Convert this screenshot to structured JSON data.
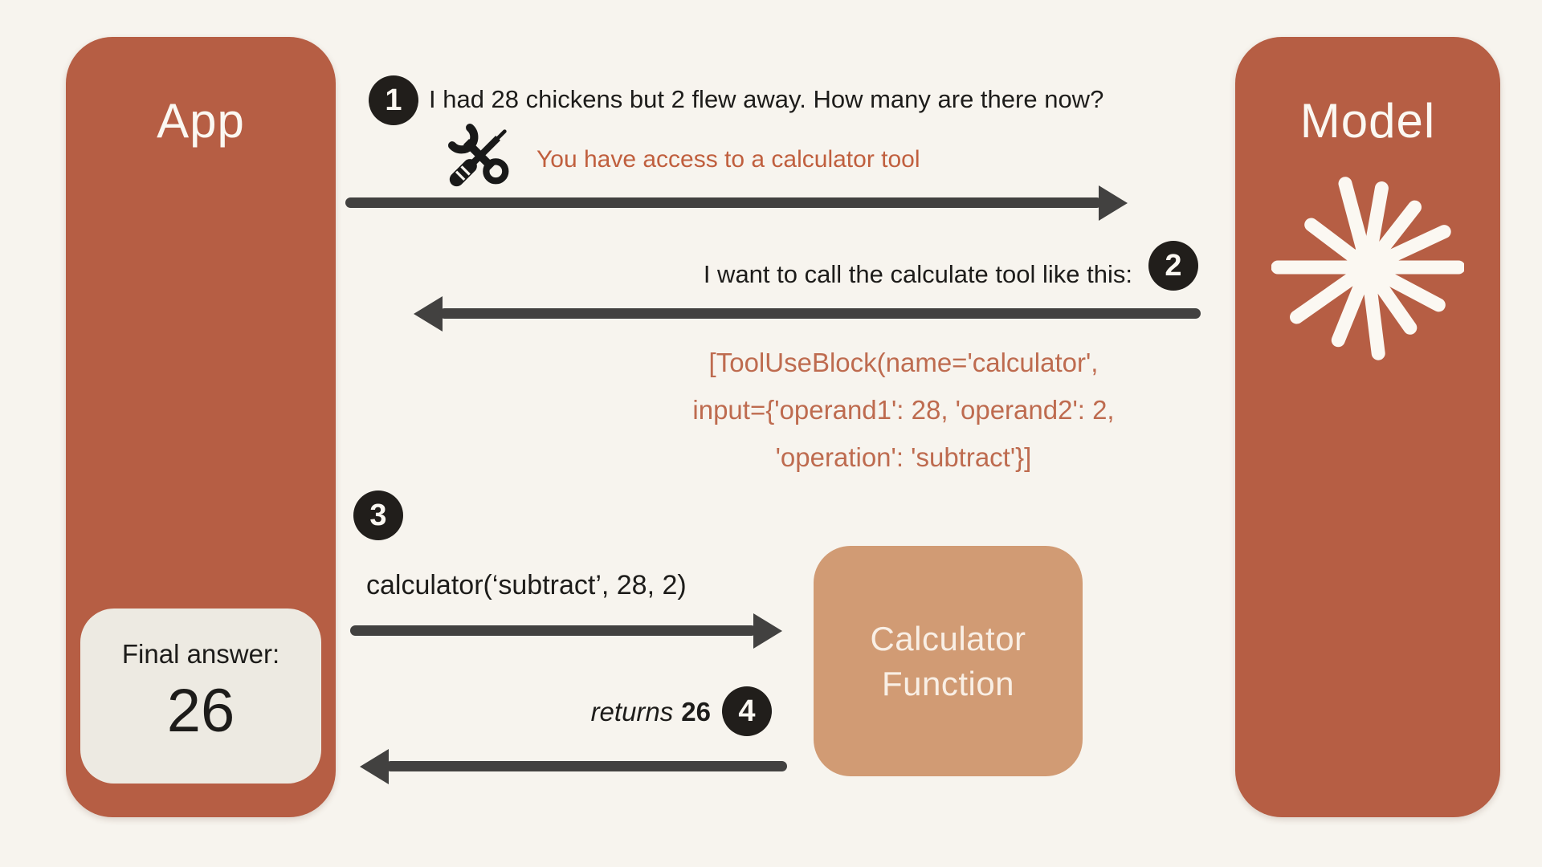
{
  "palette": {
    "background": "#f7f4ee",
    "actor_box": "#b65e44",
    "calculator_box": "#d19b74",
    "final_answer_box": "#edeae2",
    "arrow": "#424140",
    "badge_background": "#211e1b",
    "badge_text": "#fbf8f2",
    "message_text": "#1d1c1a",
    "system_note_text": "#c05f3e",
    "code_text": "#be6b4f"
  },
  "actors": {
    "app": {
      "label": "App"
    },
    "model": {
      "label": "Model"
    },
    "calculator": {
      "label_line1": "Calculator",
      "label_line2": "Function"
    }
  },
  "final_answer": {
    "label": "Final answer:",
    "value": "26"
  },
  "steps": [
    {
      "number": "1",
      "message": "I had 28 chickens but 2 flew away. How many are there now?",
      "system_note": "You have access to a calculator tool",
      "arrow": "right"
    },
    {
      "number": "2",
      "message": "I want to call the calculate tool like this:",
      "code_lines": [
        "[ToolUseBlock(name='calculator',",
        "input={'operand1': 28, 'operand2': 2,",
        "'operation': 'subtract'}]"
      ],
      "arrow": "left"
    },
    {
      "number": "3",
      "message": "calculator(‘subtract’, 28, 2)",
      "arrow": "right"
    },
    {
      "number": "4",
      "message_prefix": "returns",
      "message_value": "26",
      "arrow": "left"
    }
  ]
}
